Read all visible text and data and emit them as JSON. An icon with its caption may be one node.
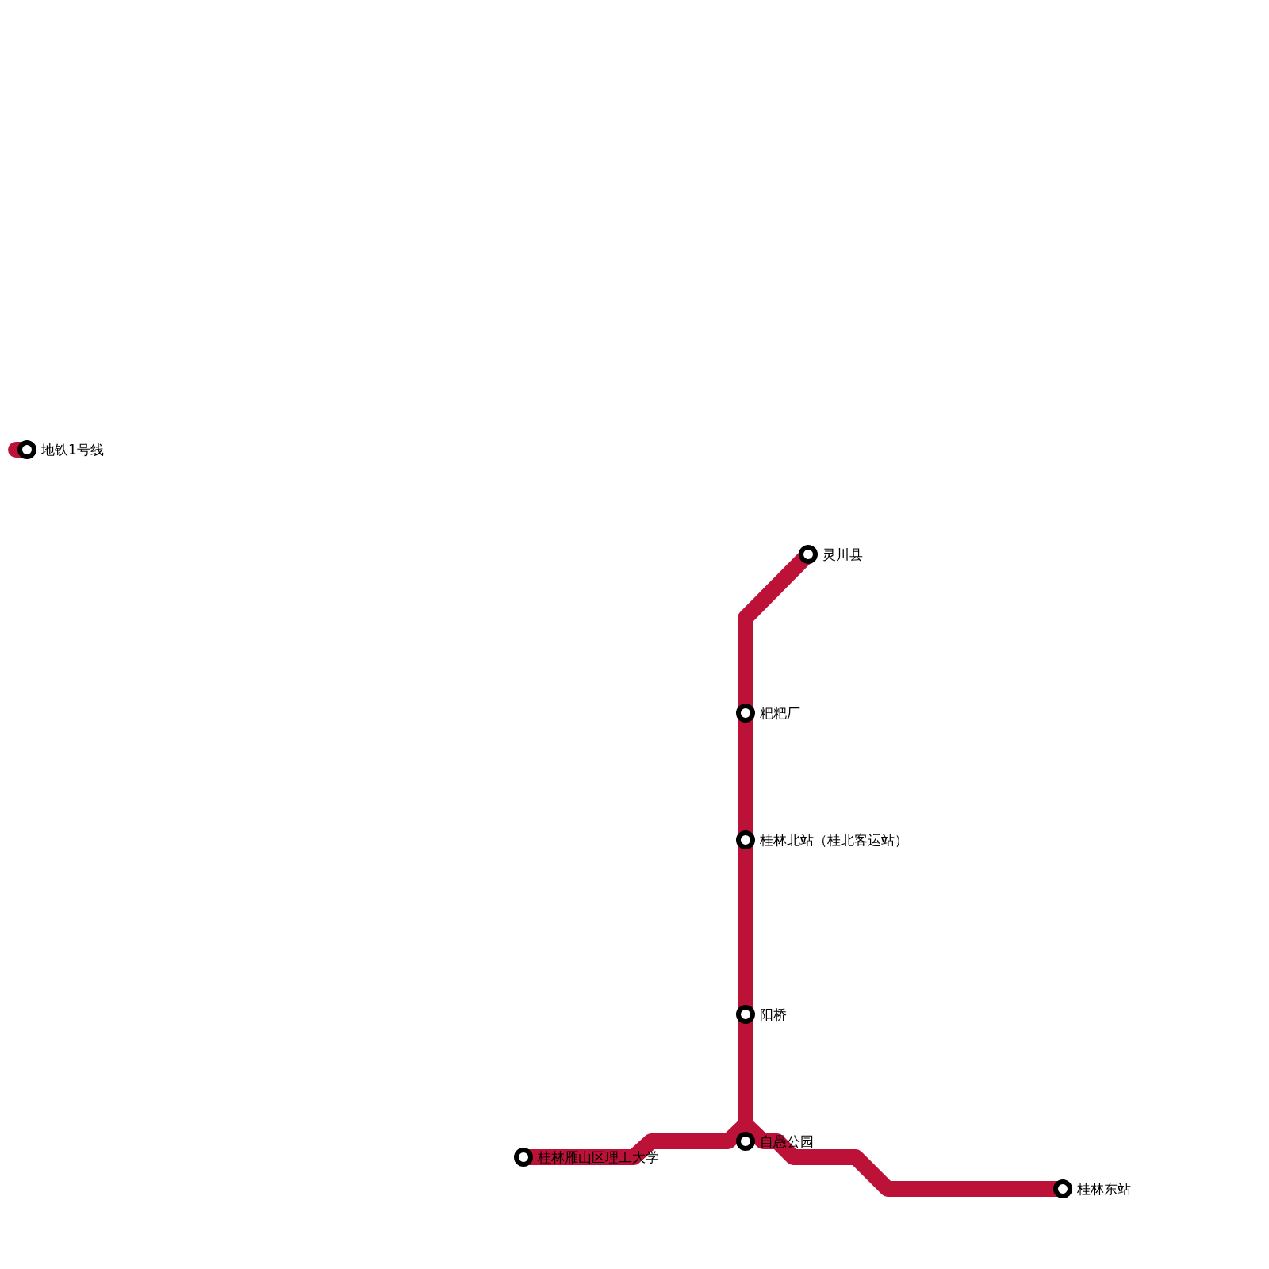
{
  "diagram": {
    "nodes": [
      {
        "text": [
          "灵川县"
        ]
      },
      {
        "text": [
          "粑粑厂"
        ]
      },
      {
        "text": [
          "桂林北站（桂北客运站）"
        ]
      },
      {
        "text": [
          "阳桥"
        ]
      },
      {
        "text": [
          "自愚公园"
        ]
      },
      {
        "text": [
          "桂林雁山区理工大学"
        ]
      },
      {
        "text": [
          "桂林东站"
        ]
      }
    ],
    "edges": [
      {
        "from": 0,
        "to": 1,
        "arrow": "none"
      },
      {
        "from": 1,
        "to": 2,
        "arrow": "none"
      },
      {
        "from": 2,
        "to": 3,
        "arrow": "none"
      },
      {
        "from": 3,
        "to": 4,
        "arrow": "none"
      },
      {
        "from": 5,
        "to": 4,
        "arrow": "none"
      },
      {
        "from": 4,
        "to": 6,
        "arrow": "none"
      }
    ],
    "legend": [
      {
        "text": "地铁1号线",
        "color": "#bc1238"
      }
    ]
  }
}
